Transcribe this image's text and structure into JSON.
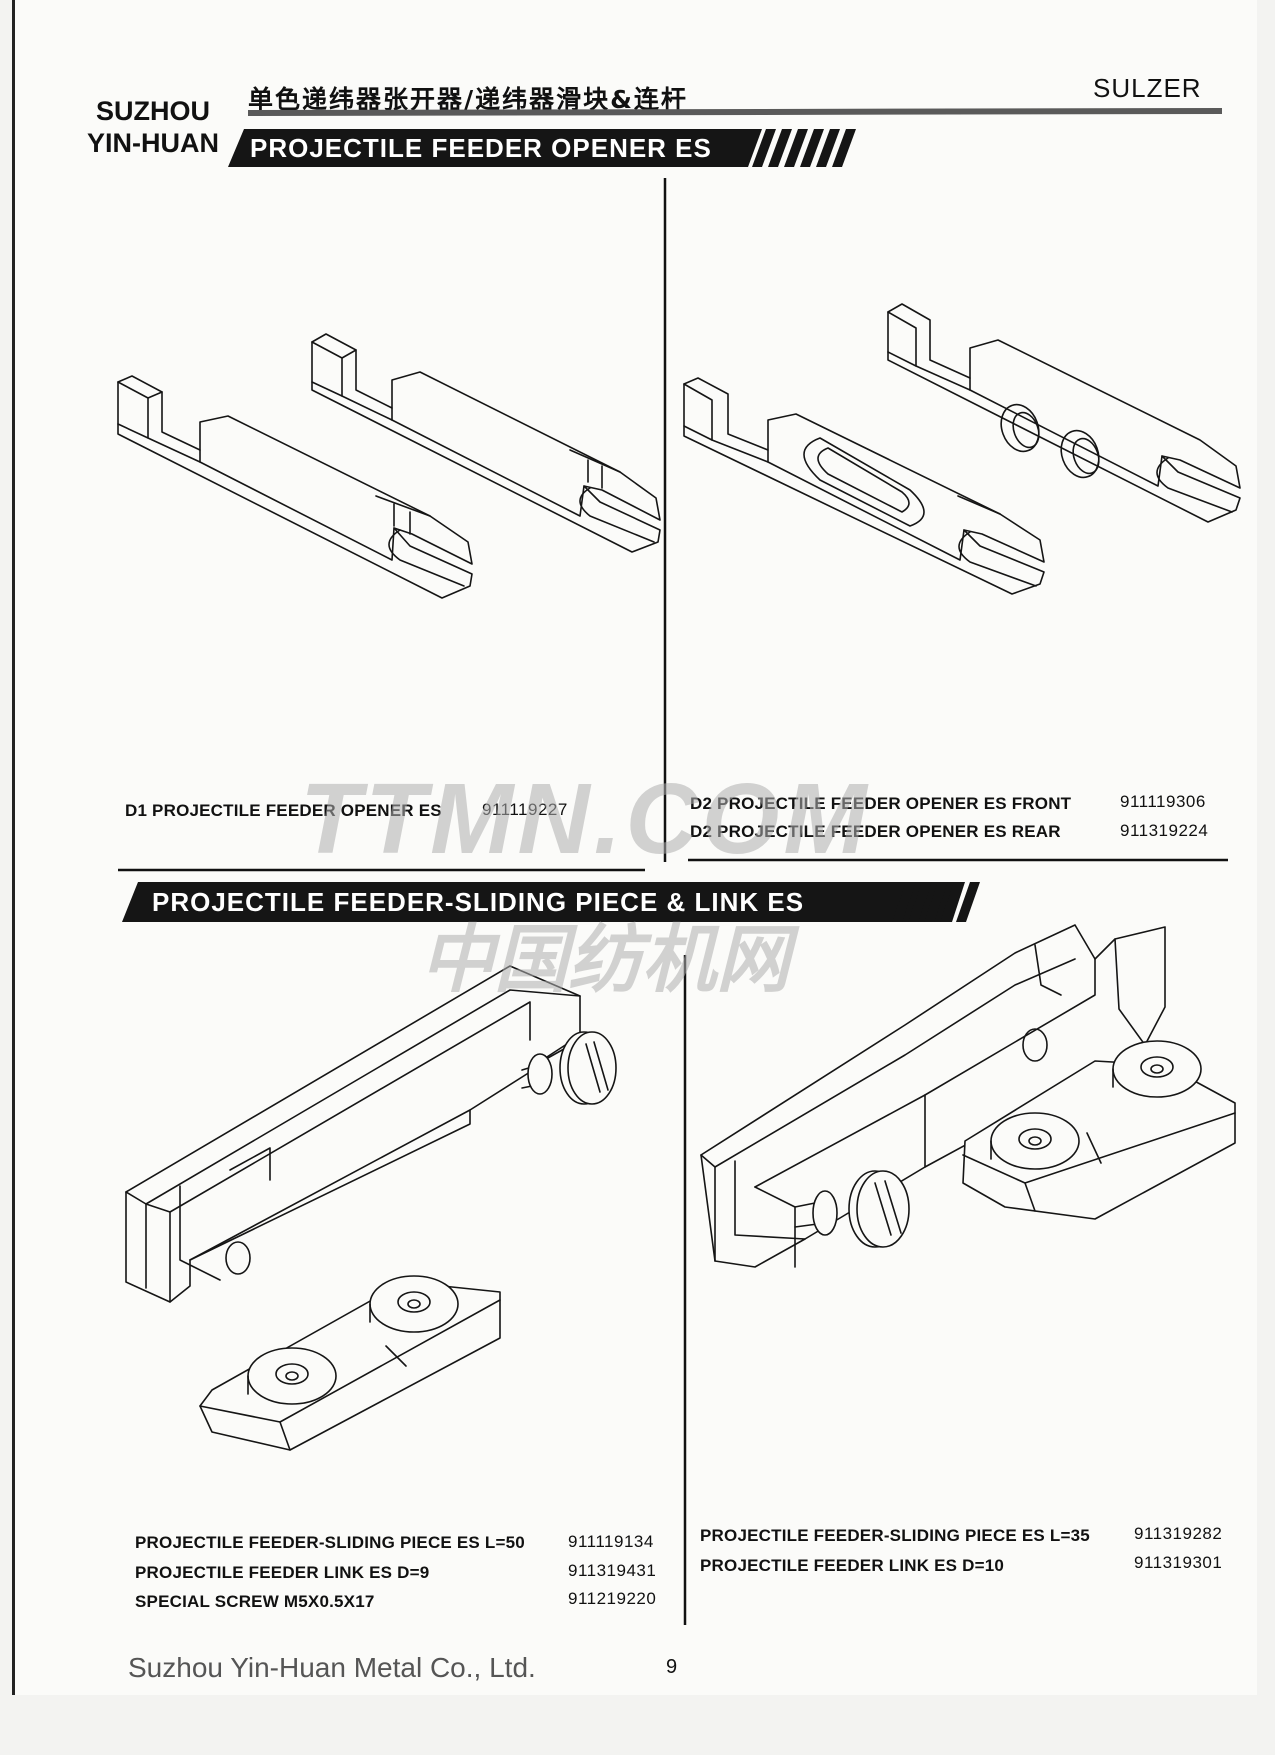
{
  "header": {
    "brand_line1": "SUZHOU",
    "brand_line2": "YIN-HUAN",
    "cn_title": "单色递纬器张开器/递纬器滑块&连杆",
    "manufacturer": "SULZER",
    "section1_title": "PROJECTILE FEEDER OPENER ES"
  },
  "section1": {
    "left": {
      "caption": "D1 PROJECTILE FEEDER OPENER ES",
      "part_no": "911119227"
    },
    "right": [
      {
        "caption": "D2  PROJECTILE FEEDER OPENER ES FRONT",
        "part_no": "911119306"
      },
      {
        "caption": "D2  PROJECTILE FEEDER OPENER ES REAR",
        "part_no": "911319224"
      }
    ]
  },
  "section2": {
    "title": "PROJECTILE FEEDER-SLIDING PIECE & LINK ES",
    "left": [
      {
        "caption": "PROJECTILE FEEDER-SLIDING PIECE ES L=50",
        "part_no": "911119134"
      },
      {
        "caption": "PROJECTILE FEEDER LINK ES D=9",
        "part_no": "911319431"
      },
      {
        "caption": "SPECIAL SCREW M5X0.5X17",
        "part_no": "911219220"
      }
    ],
    "right": [
      {
        "caption": "PROJECTILE FEEDER-SLIDING PIECE ES L=35",
        "part_no": "911319282"
      },
      {
        "caption": "PROJECTILE FEEDER LINK ES D=10",
        "part_no": "911319301"
      }
    ]
  },
  "watermark": {
    "line1": "TTMN.COM",
    "line2": "中国纺机网"
  },
  "footer": {
    "company": "Suzhou Yin-Huan Metal Co., Ltd.",
    "page_number": "9"
  }
}
